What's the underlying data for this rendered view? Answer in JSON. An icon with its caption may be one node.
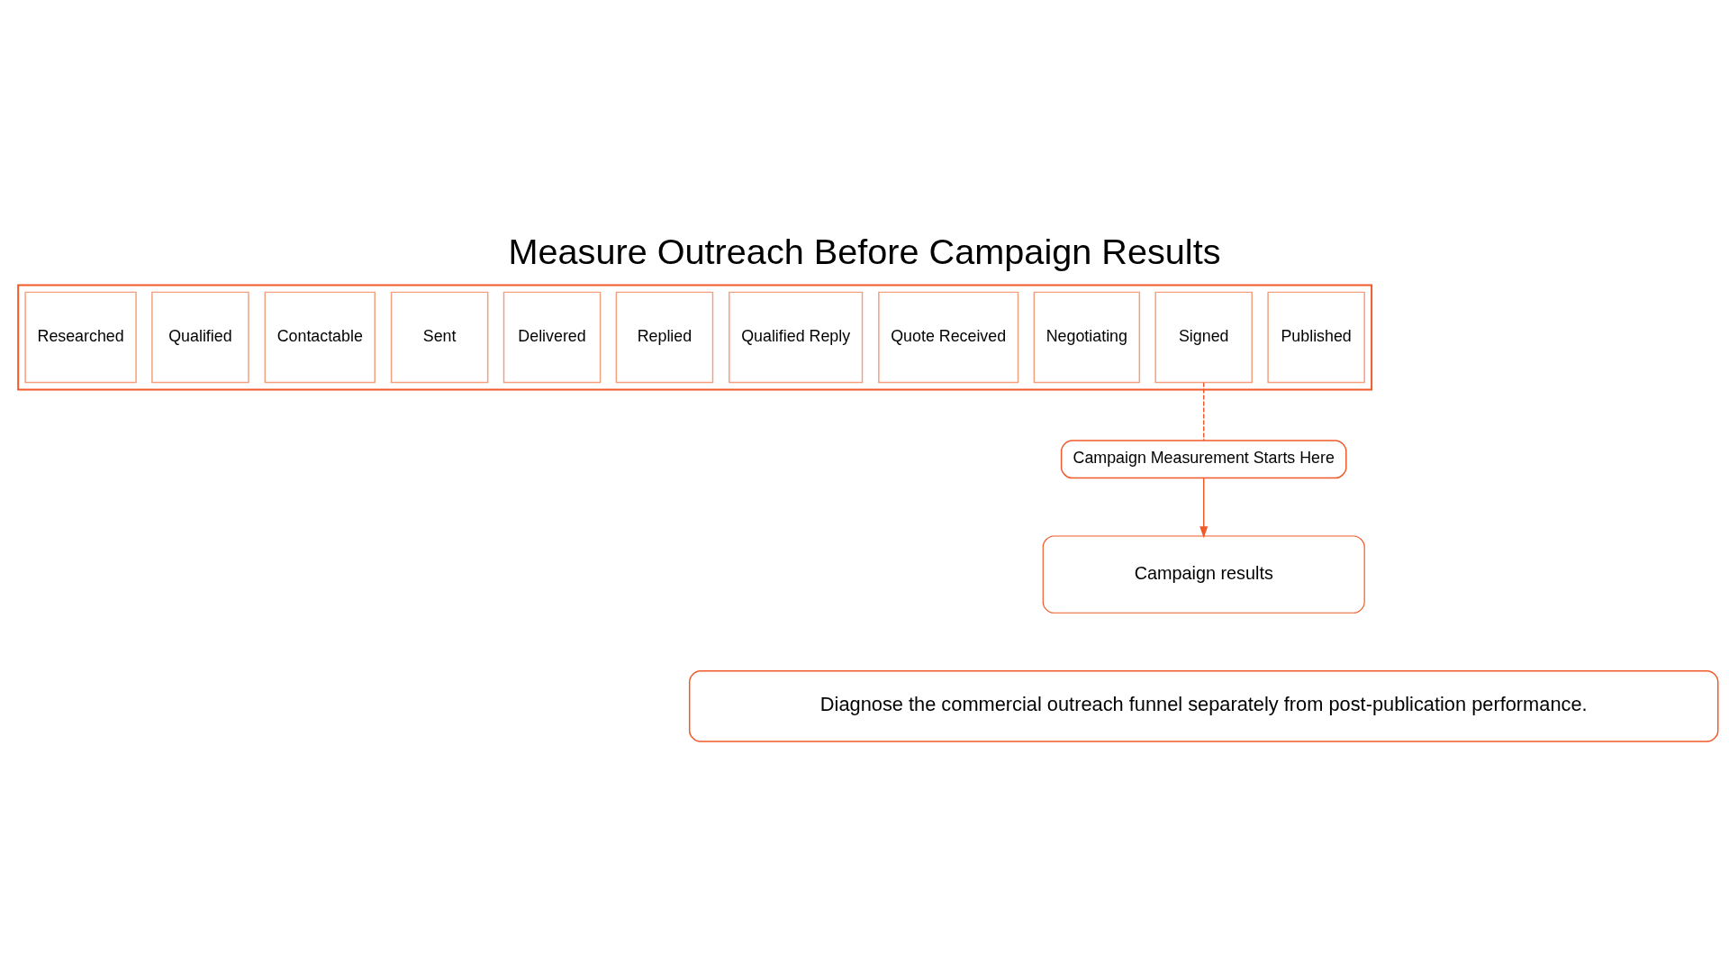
{
  "diagram": {
    "title": "Measure Outreach Before Campaign Results",
    "nodes": [
      {
        "text": [],
        "shape": "box"
      },
      {
        "text": [
          "Researched"
        ],
        "in": 0
      },
      {
        "text": [
          "Qualified"
        ],
        "in": 0
      },
      {
        "text": [
          "Contactable"
        ],
        "in": 0
      },
      {
        "text": [
          "Sent"
        ],
        "in": 0
      },
      {
        "text": [
          "Delivered"
        ],
        "in": 0
      },
      {
        "text": [
          "Replied"
        ],
        "in": 0
      },
      {
        "text": [
          "Qualified Reply"
        ],
        "in": 0
      },
      {
        "text": [
          "Quote Received"
        ],
        "in": 0
      },
      {
        "text": [
          "Negotiating"
        ],
        "in": 0
      },
      {
        "text": [
          "Signed"
        ],
        "in": 0
      },
      {
        "text": [
          "Published"
        ],
        "in": 0
      },
      {
        "text": [
          "Campaign Measurement Starts Here"
        ]
      },
      {
        "text": [
          "Campaign results"
        ]
      },
      {
        "text": [
          "Diagnose the commercial outreach funnel separately from post-publication performance."
        ]
      }
    ],
    "edges": [
      {
        "from": 10,
        "to": 12,
        "arrow": "none",
        "style": "dashed"
      },
      {
        "from": 12,
        "to": 13,
        "arrow": "to"
      }
    ]
  }
}
